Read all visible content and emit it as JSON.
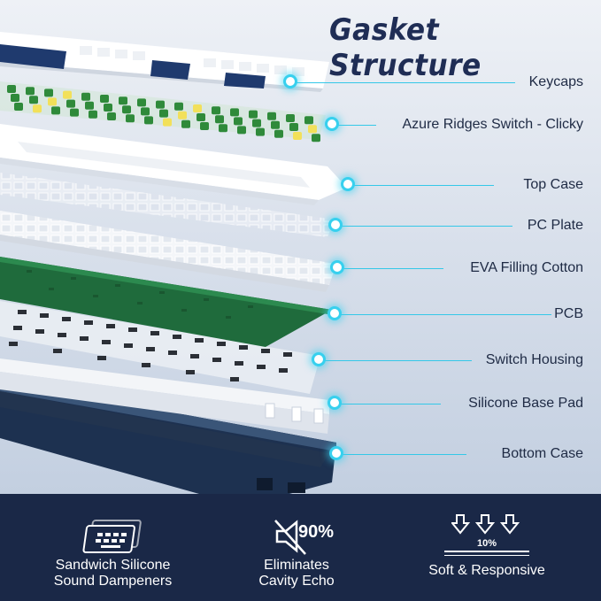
{
  "header": {
    "title": "Gasket Structure"
  },
  "layers": [
    {
      "label": "Keycaps"
    },
    {
      "label": "Azure Ridges Switch - Clicky"
    },
    {
      "label": "Top Case"
    },
    {
      "label": "PC Plate"
    },
    {
      "label": "EVA Filling Cotton"
    },
    {
      "label": "PCB"
    },
    {
      "label": "Switch Housing"
    },
    {
      "label": "Silicone Base Pad"
    },
    {
      "label": "Bottom Case"
    }
  ],
  "features": [
    {
      "icon": "sandwich-layers-icon",
      "line1": "Sandwich Silicone",
      "line2": "Sound Dampeners"
    },
    {
      "icon": "muted-speaker-icon",
      "badge": "90%",
      "line1": "Eliminates",
      "line2": "Cavity Echo"
    },
    {
      "icon": "down-arrows-icon",
      "badge": "10%",
      "line1": "Soft & Responsive"
    }
  ],
  "colors": {
    "title": "#1f2d55",
    "accent_cyan": "#37d0ee",
    "bottom_bar": "#1a2847",
    "pcb_green": "#1f6b3c",
    "switch_green": "#2f8a3a"
  }
}
